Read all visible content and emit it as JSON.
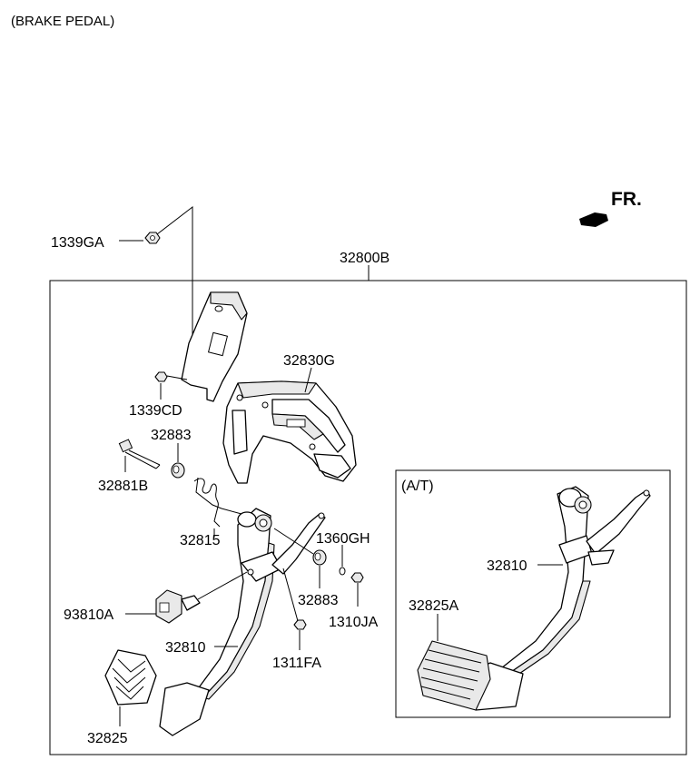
{
  "title": "(BRAKE PEDAL)",
  "direction_label": "FR.",
  "inset_label": "(A/T)",
  "labels": {
    "p1339GA": "1339GA",
    "p32800B": "32800B",
    "p32830G": "32830G",
    "p1339CD": "1339CD",
    "p32883a": "32883",
    "p32881B": "32881B",
    "p32815": "32815",
    "p1360GH": "1360GH",
    "p32883b": "32883",
    "p1310JA": "1310JA",
    "p93810A": "93810A",
    "p32810a": "32810",
    "p1311FA": "1311FA",
    "p32825": "32825",
    "p32810b": "32810",
    "p32825A": "32825A"
  }
}
